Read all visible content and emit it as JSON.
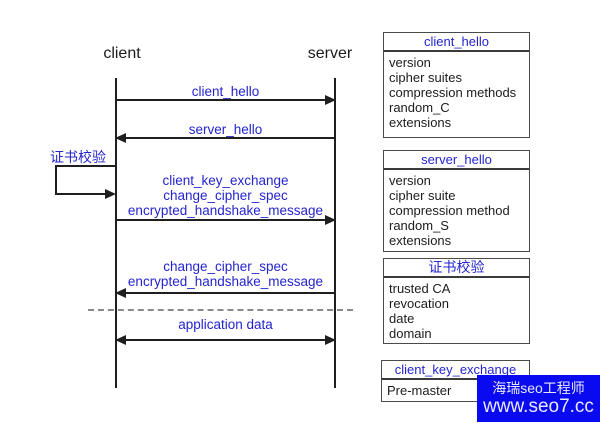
{
  "colors": {
    "message_blue": "#2424cf",
    "line_black": "#1f1f1f",
    "dashed_gray": "#8a8a8a",
    "box_border": "#4a4a4a",
    "watermark_bg": "#0a0af0",
    "watermark_text": "#e8e8ff"
  },
  "sequence": {
    "client_label": "client",
    "server_label": "server",
    "msg_client_hello": "client_hello",
    "msg_server_hello": "server_hello",
    "self_check_label": "证书校验",
    "msg_group1": [
      "client_key_exchange",
      "change_cipher_spec",
      "encrypted_handshake_message"
    ],
    "msg_group2": [
      "change_cipher_spec",
      "encrypted_handshake_message"
    ],
    "msg_app_data": "application data"
  },
  "boxes": [
    {
      "title": "client_hello",
      "items": [
        "version",
        "cipher suites",
        "compression methods",
        "random_C",
        "extensions"
      ]
    },
    {
      "title": "server_hello",
      "items": [
        "version",
        "cipher suite",
        "compression method",
        "random_S",
        "extensions"
      ]
    },
    {
      "title": "证书校验",
      "items": [
        "trusted CA",
        "revocation",
        "date",
        "domain"
      ]
    },
    {
      "title": "client_key_exchange",
      "items": [
        "Pre-master"
      ]
    }
  ],
  "watermark": {
    "brand": "海瑞seo工程师",
    "url": "www.seo7.cc"
  }
}
